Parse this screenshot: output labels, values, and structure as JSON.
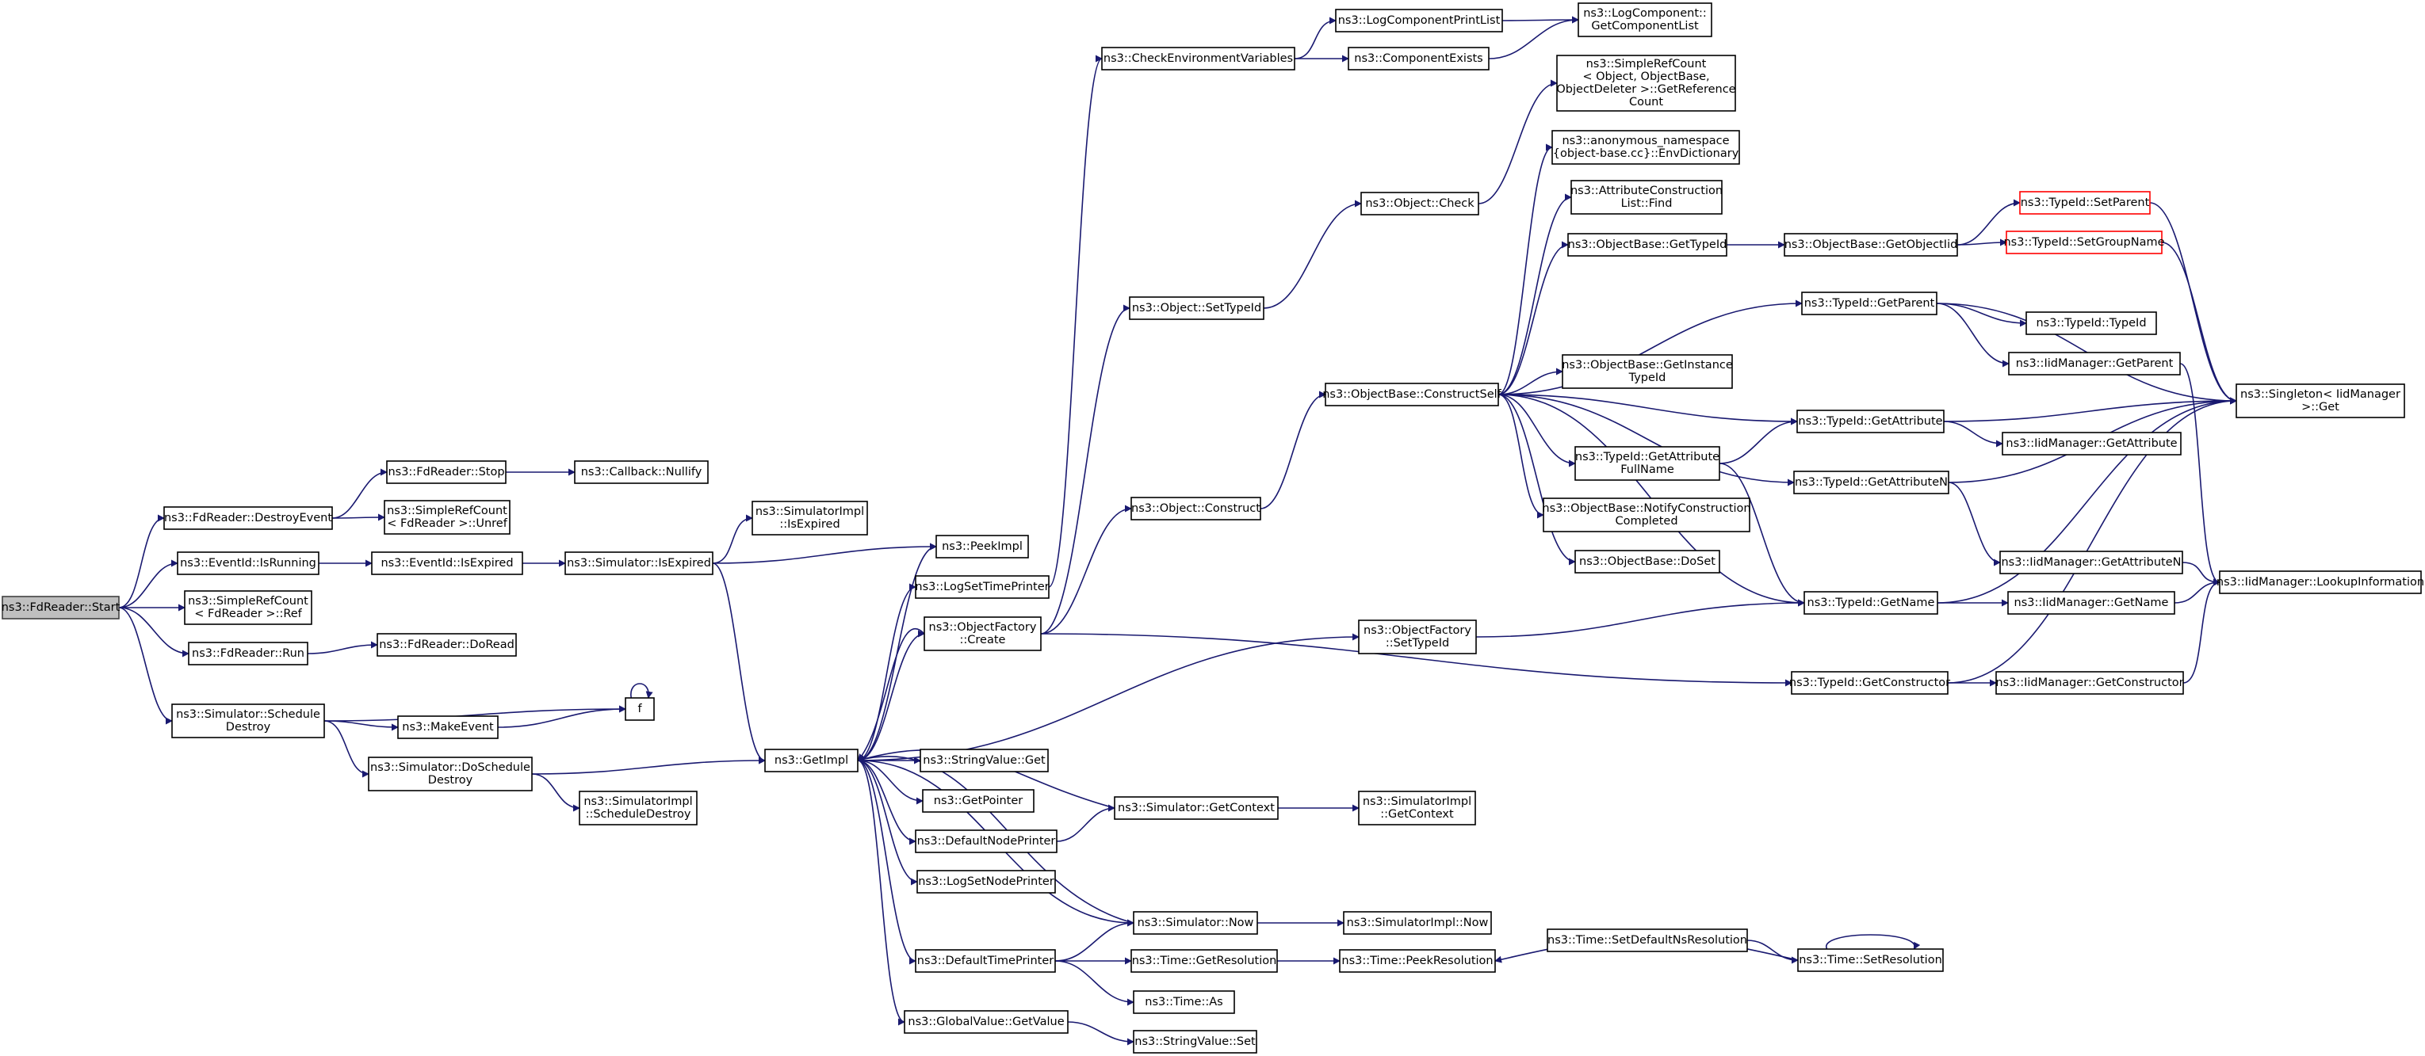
{
  "colors": {
    "edge": "#191970",
    "root_fill": "#bfbfbf",
    "unlinked_border": "#ff0000"
  },
  "nodes": {
    "start": [
      "ns3::FdReader::Start"
    ],
    "destroyevent": [
      "ns3::FdReader::DestroyEvent"
    ],
    "isrunning": [
      "ns3::EventId::IsRunning"
    ],
    "refcountref": [
      "ns3::SimpleRefCount",
      "< FdReader >::Ref"
    ],
    "run": [
      "ns3::FdReader::Run"
    ],
    "scheduledestroy": [
      "ns3::Simulator::Schedule",
      "Destroy"
    ],
    "stop": [
      "ns3::FdReader::Stop"
    ],
    "unref": [
      "ns3::SimpleRefCount",
      "< FdReader >::Unref"
    ],
    "isexpired1": [
      "ns3::EventId::IsExpired"
    ],
    "doread": [
      "ns3::FdReader::DoRead"
    ],
    "makeevent": [
      "ns3::MakeEvent"
    ],
    "f": [
      "f"
    ],
    "doscheduledestroy": [
      "ns3::Simulator::DoSchedule",
      "Destroy"
    ],
    "nullify": [
      "ns3::Callback::Nullify"
    ],
    "simisexpired": [
      "ns3::Simulator::IsExpired"
    ],
    "implisexpired": [
      "ns3::SimulatorImpl",
      "::IsExpired"
    ],
    "implscheduledestroy": [
      "ns3::SimulatorImpl",
      "::ScheduleDestroy"
    ],
    "getimpl": [
      "ns3::GetImpl"
    ],
    "peekimpl": [
      "ns3::PeekImpl"
    ],
    "logsettimeprinter": [
      "ns3::LogSetTimePrinter"
    ],
    "objfactorycreate": [
      "ns3::ObjectFactory",
      "::Create"
    ],
    "stringvalueget": [
      "ns3::StringValue::Get"
    ],
    "getpointer": [
      "ns3::GetPointer"
    ],
    "defaultnodeprinter": [
      "ns3::DefaultNodePrinter"
    ],
    "logsetnodeprinter": [
      "ns3::LogSetNodePrinter"
    ],
    "defaulttimeprinter": [
      "ns3::DefaultTimePrinter"
    ],
    "globalvaluegetvalue": [
      "ns3::GlobalValue::GetValue"
    ],
    "checkenv": [
      "ns3::CheckEnvironmentVariables"
    ],
    "objectsettypeid": [
      "ns3::Object::SetTypeId"
    ],
    "objectconstruct": [
      "ns3::Object::Construct"
    ],
    "simgetcontext": [
      "ns3::Simulator::GetContext"
    ],
    "simnow": [
      "ns3::Simulator::Now"
    ],
    "timegetresolution": [
      "ns3::Time::GetResolution"
    ],
    "timeas": [
      "ns3::Time::As"
    ],
    "stringvalueset": [
      "ns3::StringValue::Set"
    ],
    "logcomponentprintlist": [
      "ns3::LogComponentPrintList"
    ],
    "componentexists": [
      "ns3::ComponentExists"
    ],
    "objectcheck": [
      "ns3::Object::Check"
    ],
    "constructself": [
      "ns3::ObjectBase::ConstructSelf"
    ],
    "objfactorysettypeid": [
      "ns3::ObjectFactory",
      "::SetTypeId"
    ],
    "implgetcontext": [
      "ns3::SimulatorImpl",
      "::GetContext"
    ],
    "implnow": [
      "ns3::SimulatorImpl::Now"
    ],
    "peekresolution": [
      "ns3::Time::PeekResolution"
    ],
    "getcomponentlist": [
      "ns3::LogComponent::",
      "GetComponentList"
    ],
    "getreferencecount": [
      "ns3::SimpleRefCount",
      "< Object, ObjectBase,",
      "ObjectDeleter >::GetReference",
      "Count"
    ],
    "envdictionary": [
      "ns3::anonymous_namespace",
      "{object-base.cc}::EnvDictionary"
    ],
    "attrconstructionfind": [
      "ns3::AttributeConstruction",
      "List::Find"
    ],
    "objbasegettypeid": [
      "ns3::ObjectBase::GetTypeId"
    ],
    "getinstancetypeid": [
      "ns3::ObjectBase::GetInstance",
      "TypeId"
    ],
    "getattributefullname": [
      "ns3::TypeId::GetAttribute",
      "FullName"
    ],
    "notifyconstruction": [
      "ns3::ObjectBase::NotifyConstruction",
      "Completed"
    ],
    "doset": [
      "ns3::ObjectBase::DoSet"
    ],
    "setdefaultnsres": [
      "ns3::Time::SetDefaultNsResolution"
    ],
    "getobjectiid": [
      "ns3::ObjectBase::GetObjectIid"
    ],
    "typeidgetparent": [
      "ns3::TypeId::GetParent"
    ],
    "typeidgetattribute": [
      "ns3::TypeId::GetAttribute"
    ],
    "typeidgetattributen": [
      "ns3::TypeId::GetAttributeN"
    ],
    "typeidgetname": [
      "ns3::TypeId::GetName"
    ],
    "typeidgetconstructor": [
      "ns3::TypeId::GetConstructor"
    ],
    "timesetresolution": [
      "ns3::Time::SetResolution"
    ],
    "typeidsetparent": [
      "ns3::TypeId::SetParent"
    ],
    "typeidsetgroupname": [
      "ns3::TypeId::SetGroupName"
    ],
    "typeidtypeid": [
      "ns3::TypeId::TypeId"
    ],
    "iidgetparent": [
      "ns3::IidManager::GetParent"
    ],
    "iidgetattribute": [
      "ns3::IidManager::GetAttribute"
    ],
    "iidgetattributen": [
      "ns3::IidManager::GetAttributeN"
    ],
    "iidgetname": [
      "ns3::IidManager::GetName"
    ],
    "iidgetconstructor": [
      "ns3::IidManager::GetConstructor"
    ],
    "singletonget": [
      "ns3::Singleton< IidManager",
      ">::Get"
    ],
    "lookupinformation": [
      "ns3::IidManager::LookupInformation"
    ]
  }
}
